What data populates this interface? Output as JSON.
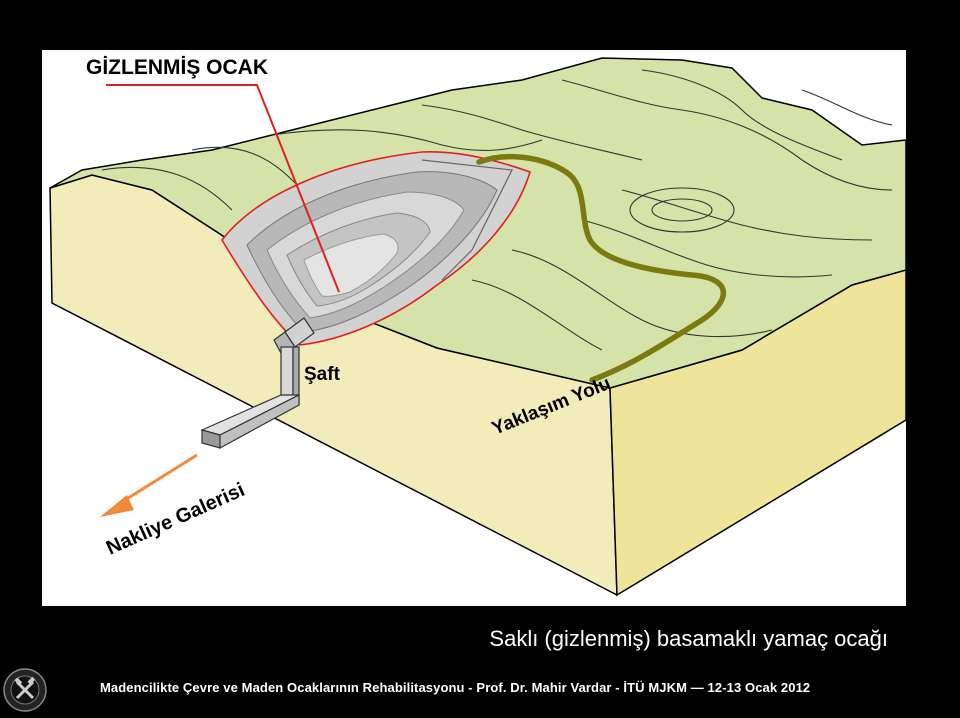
{
  "diagram": {
    "label_open_pit": "GİZLENMİŞ OCAK",
    "label_shaft": "Şaft",
    "label_access_road": "Yaklaşım Yolu",
    "label_haulage_gallery": "Nakliye Galerisi"
  },
  "slide": {
    "caption": "Saklı (gizlenmiş) basamaklı yamaç ocağı",
    "footer": "Madencilikte Çevre ve  Maden Ocaklarının Rehabilitasyonu - Prof. Dr. Mahir Vardar - İTÜ MJKM — 12-13 Ocak 2012"
  },
  "colors": {
    "terrain_top": "#d6e3a8",
    "block_side": "#f2ebba",
    "pit_outline": "#e02020",
    "road": "#7b7a10",
    "arrow": "#f28a3c"
  }
}
